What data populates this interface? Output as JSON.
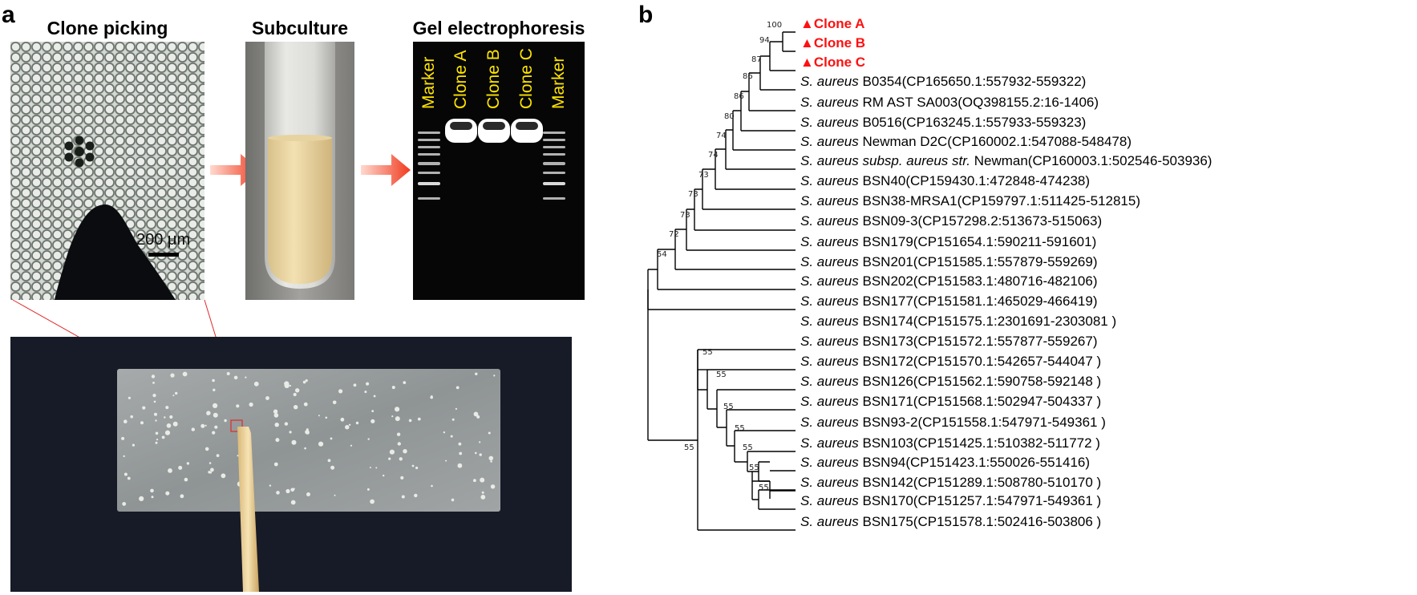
{
  "panel_a": {
    "letter": "a",
    "titles": {
      "picking": "Clone picking",
      "subculture": "Subculture",
      "gel": "Gel electrophoresis"
    },
    "scale_bar": "200 μm",
    "gel_lanes": [
      "Marker",
      "Clone A",
      "Clone B",
      "Clone C",
      "Marker"
    ]
  },
  "panel_b": {
    "letter": "b",
    "clones": [
      "▲Clone A",
      "▲Clone B",
      "▲Clone C"
    ],
    "species": "S. aureus",
    "taxa": [
      {
        "species": "S. aureus",
        "strain": " B0354(CP165650.1:557932-559322)"
      },
      {
        "species": "S. aureus",
        "strain": " RM AST SA003(OQ398155.2:16-1406)"
      },
      {
        "species": "S. aureus",
        "strain": " B0516(CP163245.1:557933-559323)"
      },
      {
        "species": "S. aureus",
        "strain": " Newman D2C(CP160002.1:547088-548478)"
      },
      {
        "species": "S. aureus subsp. aureus str.",
        "strain": " Newman(CP160003.1:502546-503936)"
      },
      {
        "species": "S. aureus",
        "strain": " BSN40(CP159430.1:472848-474238)"
      },
      {
        "species": "S. aureus",
        "strain": " BSN38-MRSA1(CP159797.1:511425-512815)"
      },
      {
        "species": "S. aureus",
        "strain": " BSN09-3(CP157298.2:513673-515063)"
      },
      {
        "species": "S. aureus",
        "strain": " BSN179(CP151654.1:590211-591601)"
      },
      {
        "species": "S. aureus",
        "strain": " BSN201(CP151585.1:557879-559269)"
      },
      {
        "species": "S. aureus",
        "strain": " BSN202(CP151583.1:480716-482106)"
      },
      {
        "species": "S. aureus",
        "strain": " BSN177(CP151581.1:465029-466419)"
      },
      {
        "species": "S. aureus",
        "strain": " BSN174(CP151575.1:2301691-2303081 )"
      },
      {
        "species": "S. aureus",
        "strain": " BSN173(CP151572.1:557877-559267)"
      },
      {
        "species": "S. aureus",
        "strain": " BSN172(CP151570.1:542657-544047 )"
      },
      {
        "species": "S. aureus",
        "strain": " BSN126(CP151562.1:590758-592148 )"
      },
      {
        "species": "S. aureus",
        "strain": " BSN171(CP151568.1:502947-504337 )"
      },
      {
        "species": "S. aureus",
        "strain": " BSN93-2(CP151558.1:547971-549361 )"
      },
      {
        "species": "S. aureus",
        "strain": " BSN103(CP151425.1:510382-511772 )"
      },
      {
        "species": "S. aureus",
        "strain": " BSN94(CP151423.1:550026-551416)"
      },
      {
        "species": "S. aureus",
        "strain": " BSN142(CP151289.1:508780-510170 )"
      },
      {
        "species": "S. aureus",
        "strain": " BSN170(CP151257.1:547971-549361 )"
      },
      {
        "species": "S. aureus",
        "strain": " BSN175(CP151578.1:502416-503806 )"
      }
    ],
    "bootstrap": [
      "100",
      "94",
      "87",
      "86",
      "86",
      "80",
      "74",
      "74",
      "73",
      "73",
      "73",
      "72",
      "54",
      "55",
      "55",
      "55",
      "55",
      "55",
      "55",
      "55",
      "55"
    ],
    "colors": {
      "clone_label": "#ff1010",
      "gel_label": "#ffe500",
      "arrow": "#f03a1e"
    }
  }
}
